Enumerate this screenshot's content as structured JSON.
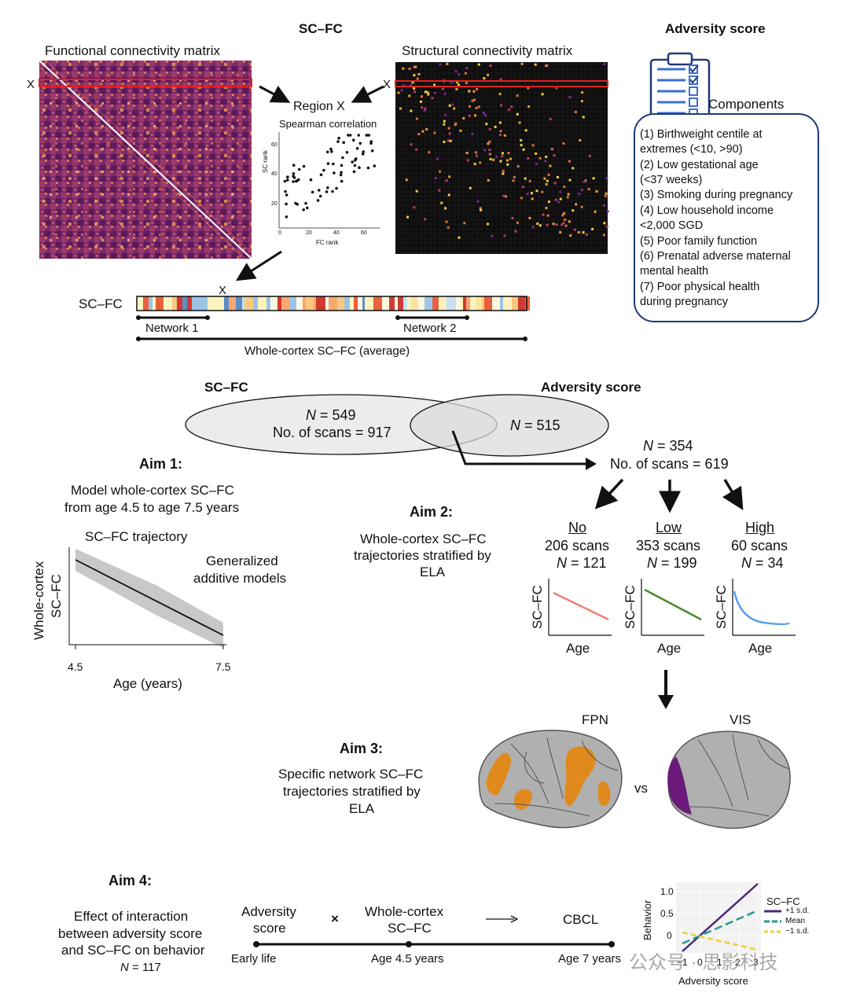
{
  "top": {
    "title": "SC–FC",
    "fc_title": "Functional connectivity matrix",
    "sc_title": "Structural connectivity matrix",
    "x_marker": "X",
    "region_label": "Region X",
    "spearman_label": "Spearman correlation",
    "scatter_ylabel": "SC rank",
    "scatter_xlabel": "FC rank",
    "scatter_yticks": [
      "20",
      "40",
      "60"
    ],
    "scatter_xticks": [
      "0",
      "20",
      "40",
      "60"
    ],
    "strip_label": "SC–FC",
    "network1": "Network 1",
    "network2": "Network 2",
    "whole_cortex": "Whole-cortex SC–FC (average)"
  },
  "adversity": {
    "title": "Adversity score",
    "components_label": "Components",
    "components": [
      "(1) Birthweight centile at",
      "extremes (<10, >90)",
      "(2) Low gestational age",
      "(<37 weeks)",
      "(3) Smoking during pregnancy",
      "(4) Low household income",
      "<2,000 SGD",
      "(5) Poor family function",
      "(6) Prenatal adverse maternal",
      "mental health",
      "(7) Poor physical health",
      "during pregnancy"
    ]
  },
  "venn": {
    "left_title": "SC–FC",
    "right_title": "Adversity score",
    "left_n_label": "N",
    "left_n": " = 549",
    "left_scans": "No. of scans = 917",
    "right_n_label": "N",
    "right_n": " = 515",
    "overlap_n_label": "N",
    "overlap_n": " = 354",
    "overlap_scans": "No. of scans = 619"
  },
  "aim1": {
    "title": "Aim 1:",
    "desc1": "Model whole-cortex SC–FC",
    "desc2": "from age 4.5 to age 7.5 years",
    "plot_title": "SC–FC trajectory",
    "model1": "Generalized",
    "model2": "additive models",
    "ylabel1": "Whole-cortex",
    "ylabel2": "SC–FC",
    "xtick_left": "4.5",
    "xtick_right": "7.5",
    "xlabel": "Age (years)"
  },
  "aim2": {
    "title": "Aim 2:",
    "desc1": "Whole-cortex SC–FC",
    "desc2": "trajectories stratified by",
    "desc3": "ELA",
    "groups": [
      {
        "name": "No",
        "scans": "206 scans",
        "n_label": "N",
        "n": " = 121",
        "color": "#f08070"
      },
      {
        "name": "Low",
        "scans": "353 scans",
        "n_label": "N",
        "n": " = 199",
        "color": "#4a8a2a"
      },
      {
        "name": "High",
        "scans": "60 scans",
        "n_label": "N",
        "n": " = 34",
        "color": "#5aa0f0"
      }
    ],
    "mini_ylabel": "SC–FC",
    "mini_xlabel": "Age"
  },
  "aim3": {
    "title": "Aim 3:",
    "desc1": "Specific network SC–FC",
    "desc2": "trajectories stratified by",
    "desc3": "ELA",
    "brain_left_label": "FPN",
    "brain_right_label": "VIS",
    "vs": "vs",
    "fpn_color": "#e08a1e",
    "vis_color": "#6a1a7a"
  },
  "aim4": {
    "title": "Aim 4:",
    "desc1": "Effect of interaction",
    "desc2": "between adversity score",
    "desc3": "and SC–FC on behavior",
    "n_label": "N",
    "n": " = 117",
    "adv1": "Adversity",
    "adv2": "score",
    "times": "×",
    "wc1": "Whole-cortex",
    "wc2": "SC–FC",
    "cbcl": "CBCL",
    "t1": "Early life",
    "t2": "Age 4.5 years",
    "t3": "Age 7 years",
    "plot_ylabel": "Behavior",
    "plot_xlabel": "Adversity score",
    "yticks": [
      "1.0",
      "0.5",
      "0"
    ],
    "xticks": [
      "−1",
      "0",
      "1",
      "2",
      "3"
    ],
    "legend_title": "SC–FC",
    "legend": [
      {
        "name": "+1 s.d.",
        "color": "#4b2a7a"
      },
      {
        "name": "Mean",
        "color": "#2a9a90"
      },
      {
        "name": "−1 s.d.",
        "color": "#e8d23a"
      }
    ]
  },
  "watermark": "公众号 · 思影科技"
}
